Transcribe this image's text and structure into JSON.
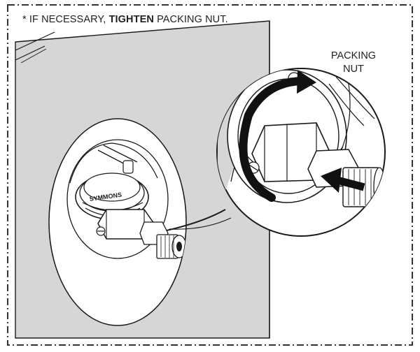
{
  "instruction": {
    "prefix": "* IF NECESSARY,",
    "emphasis": "TIGHTEN",
    "suffix": "PACKING NUT."
  },
  "callout": {
    "line1": "PACKING",
    "line2": "NUT"
  },
  "brand_text": "SYMMONS",
  "colors": {
    "wall": "#d6d6d6",
    "line": "#1a1a1a",
    "arrow": "#111111",
    "background": "#ffffff"
  }
}
